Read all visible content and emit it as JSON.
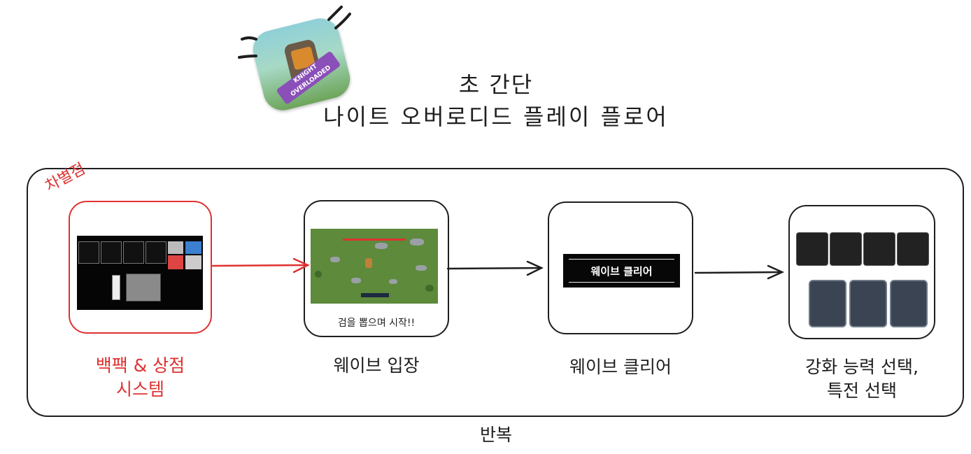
{
  "title": {
    "line1": "초 간단",
    "line2": "나이트 오버로디드 플레이 플로어"
  },
  "logo": {
    "line1": "KNIGHT",
    "line2": "OVERLOADED"
  },
  "differentiator_label": "차별점",
  "steps": [
    {
      "caption_line1": "백팩 & 상점",
      "caption_line2": "시스템",
      "highlight_color": "#e03131"
    },
    {
      "caption_line1": "웨이브 입장",
      "note": "검을 뽑으며 시작!!"
    },
    {
      "caption_line1": "웨이브 클리어",
      "banner": "웨이브 클리어"
    },
    {
      "caption_line1": "강화 능력 선택,",
      "caption_line2": "특전 선택"
    }
  ],
  "repeat_label": "반복",
  "colors": {
    "accent": "#e03131",
    "stroke": "#1e1e1e"
  }
}
